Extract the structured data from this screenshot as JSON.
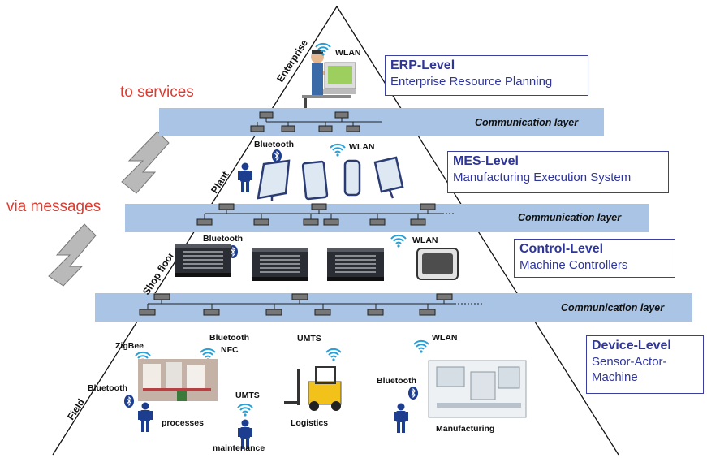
{
  "arrows": {
    "to_services": "to services",
    "via_messages": "via messages"
  },
  "side_labels": {
    "enterprise": "Enterprise",
    "plant": "Plant",
    "shop_floor": "Shop floor",
    "field": "Field"
  },
  "layers": {
    "erp": {
      "title": "ERP-Level",
      "subtitle": "Enterprise Resource Planning"
    },
    "mes": {
      "title": "MES-Level",
      "subtitle": "Manufacturing Execution System"
    },
    "control": {
      "title": "Control-Level",
      "subtitle": "Machine Controllers"
    },
    "device": {
      "title": "Device-Level",
      "subtitle_line1": "Sensor-Actor-",
      "subtitle_line2": "Machine"
    }
  },
  "communication_layer": "Communication layer",
  "wireless_tags": {
    "wlan": "WLAN",
    "bluetooth": "Bluetooth",
    "zigbee": "ZigBee",
    "nfc": "NFC",
    "umts": "UMTS"
  },
  "field_items": {
    "processes": "processes",
    "maintenance": "maintenance",
    "logistics": "Logistics",
    "manufacturing": "Manufacturing"
  },
  "colors": {
    "bar": "#a9c4e4",
    "accent_red": "#e03a2f",
    "box_border": "#3a3fa0",
    "person": "#1d3d8f"
  }
}
